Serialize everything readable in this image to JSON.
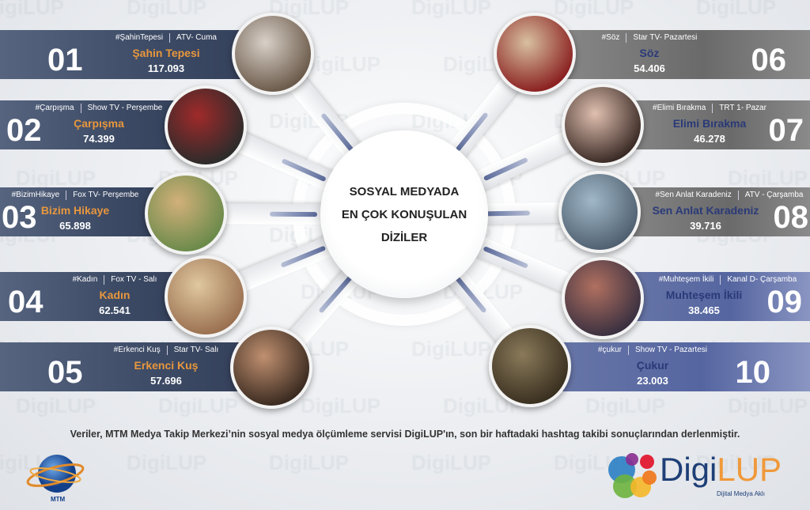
{
  "center_title": [
    "SOSYAL MEDYADA",
    "EN ÇOK KONUŞULAN",
    "DİZİLER"
  ],
  "watermark": "DigiLUP",
  "left": [
    {
      "rank": "01",
      "hashtag": "#ŞahinTepesi",
      "channel": "ATV- Cuma",
      "title": "Şahin Tepesi",
      "value": "117.093"
    },
    {
      "rank": "02",
      "hashtag": "#Çarpışma",
      "channel": "Show TV - Perşembe",
      "title": "Çarpışma",
      "value": "74.399"
    },
    {
      "rank": "03",
      "hashtag": "#BizimHikaye",
      "channel": "Fox TV- Perşembe",
      "title": "Bizim Hikaye",
      "value": "65.898"
    },
    {
      "rank": "04",
      "hashtag": "#Kadın",
      "channel": "Fox TV - Salı",
      "title": "Kadın",
      "value": "62.541"
    },
    {
      "rank": "05",
      "hashtag": "#Erkenci Kuş",
      "channel": "Star TV- Salı",
      "title": "Erkenci Kuş",
      "value": "57.696"
    }
  ],
  "right": [
    {
      "rank": "06",
      "hashtag": "#Söz",
      "channel": "Star TV- Pazartesi",
      "title": "Söz",
      "value": "54.406"
    },
    {
      "rank": "07",
      "hashtag": "#Elimi Bırakma",
      "channel": "TRT 1- Pazar",
      "title": "Elimi Bırakma",
      "value": "46.278"
    },
    {
      "rank": "08",
      "hashtag": "#Sen Anlat Karadeniz",
      "channel": "ATV - Çarşamba",
      "title": "Sen Anlat Karadeniz",
      "value": "39.716"
    },
    {
      "rank": "09",
      "hashtag": "#Muhteşem İkili",
      "channel": "Kanal D- Çarşamba",
      "title": "Muhteşem İkili",
      "value": "38.465"
    },
    {
      "rank": "10",
      "hashtag": "#çukur",
      "channel": "Show TV - Pazartesi",
      "title": "Çukur",
      "value": "23.003"
    }
  ],
  "footer": "Veriler, MTM Medya Takip Merkezi’nin sosyal medya ölçümleme servisi DigiLUP'ın, son bir haftadaki hashtag takibi sonuçlarından derlenmiştir.",
  "mtm_logo": "MTM",
  "digilup_logo": {
    "digi": "Digi",
    "lup": "LUP",
    "tagline": "Dijital Medya Aklı"
  }
}
